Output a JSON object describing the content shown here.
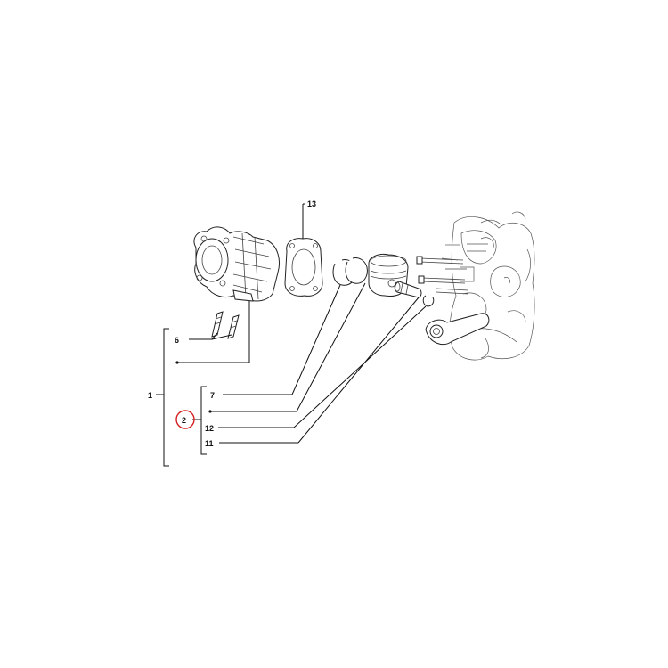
{
  "diagram": {
    "labels": {
      "assembly": "1",
      "piston_kit": "2",
      "stud": "6",
      "ring_set": "7",
      "pin": "11",
      "clip": "12",
      "gasket": "13"
    },
    "highlight_color": "#d42020",
    "line_color": "#111111"
  }
}
